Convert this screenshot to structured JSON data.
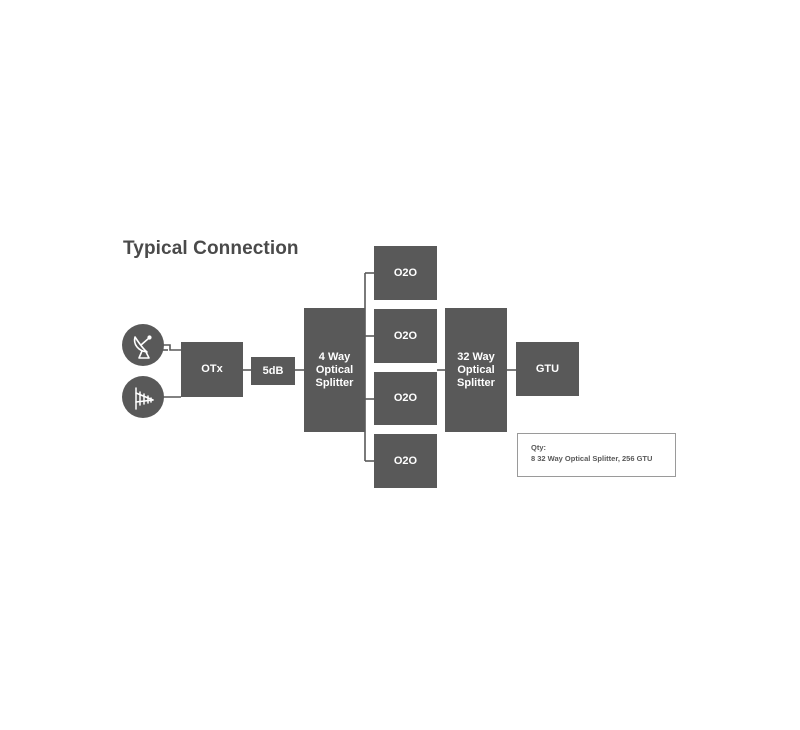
{
  "title": "Typical Connection",
  "icons": {
    "satellite": "satellite-dish-icon",
    "antenna": "tv-antenna-icon"
  },
  "colors": {
    "block_fill": "#595959",
    "line": "#595959",
    "title_text": "#4a4a4a",
    "box_text": "#ffffff",
    "qty_border": "#9a9a9a"
  },
  "blocks": {
    "otx": "OTx",
    "attenuator": "5dB",
    "splitter_4way": "4 Way\nOptical\nSplitter",
    "o2o_items": [
      "O2O",
      "O2O",
      "O2O",
      "O2O"
    ],
    "splitter_32way": "32 Way\nOptical\nSplitter",
    "gtu": "GTU"
  },
  "qty": {
    "label": "Qty:",
    "text": "8 32 Way Optical Splitter, 256 GTU"
  }
}
